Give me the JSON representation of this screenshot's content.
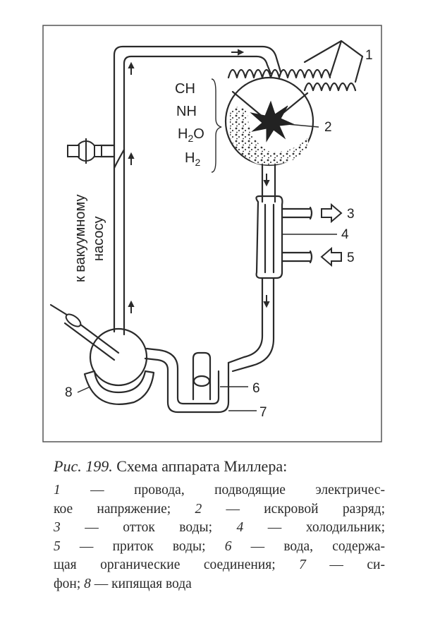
{
  "diagram": {
    "labels": {
      "n1": "1",
      "n2": "2",
      "n3": "3",
      "n4": "4",
      "n5": "5",
      "n6": "6",
      "n7": "7",
      "n8": "8"
    },
    "chem": {
      "ch": "CH",
      "nh": "NH",
      "h2o_h": "H",
      "h2o_sub": "2",
      "h2o_o": "O",
      "h2_h": "H",
      "h2_sub": "2"
    },
    "pump_line1": "к вакуумному",
    "pump_line2": "насосу"
  },
  "caption": {
    "prefix": "Рис. 199.",
    "title": "Схема аппарата Миллера:",
    "lines": [
      [
        [
          "1",
          true
        ],
        [
          " — провода, подводящие электричес-",
          false
        ]
      ],
      [
        [
          "кое напряжение; ",
          false
        ],
        [
          "2",
          true
        ],
        [
          " — искровой разряд;",
          false
        ]
      ],
      [
        [
          "3",
          true
        ],
        [
          " — отток воды; ",
          false
        ],
        [
          "4",
          true
        ],
        [
          " — холодильник;",
          false
        ]
      ],
      [
        [
          "5",
          true
        ],
        [
          " — приток воды; ",
          false
        ],
        [
          "6",
          true
        ],
        [
          " — вода, содержа-",
          false
        ]
      ],
      [
        [
          "щая органические соединения; ",
          false
        ],
        [
          "7",
          true
        ],
        [
          " — си-",
          false
        ]
      ],
      [
        [
          "фон; ",
          false
        ],
        [
          "8",
          true
        ],
        [
          " — кипящая вода",
          false
        ]
      ]
    ]
  }
}
